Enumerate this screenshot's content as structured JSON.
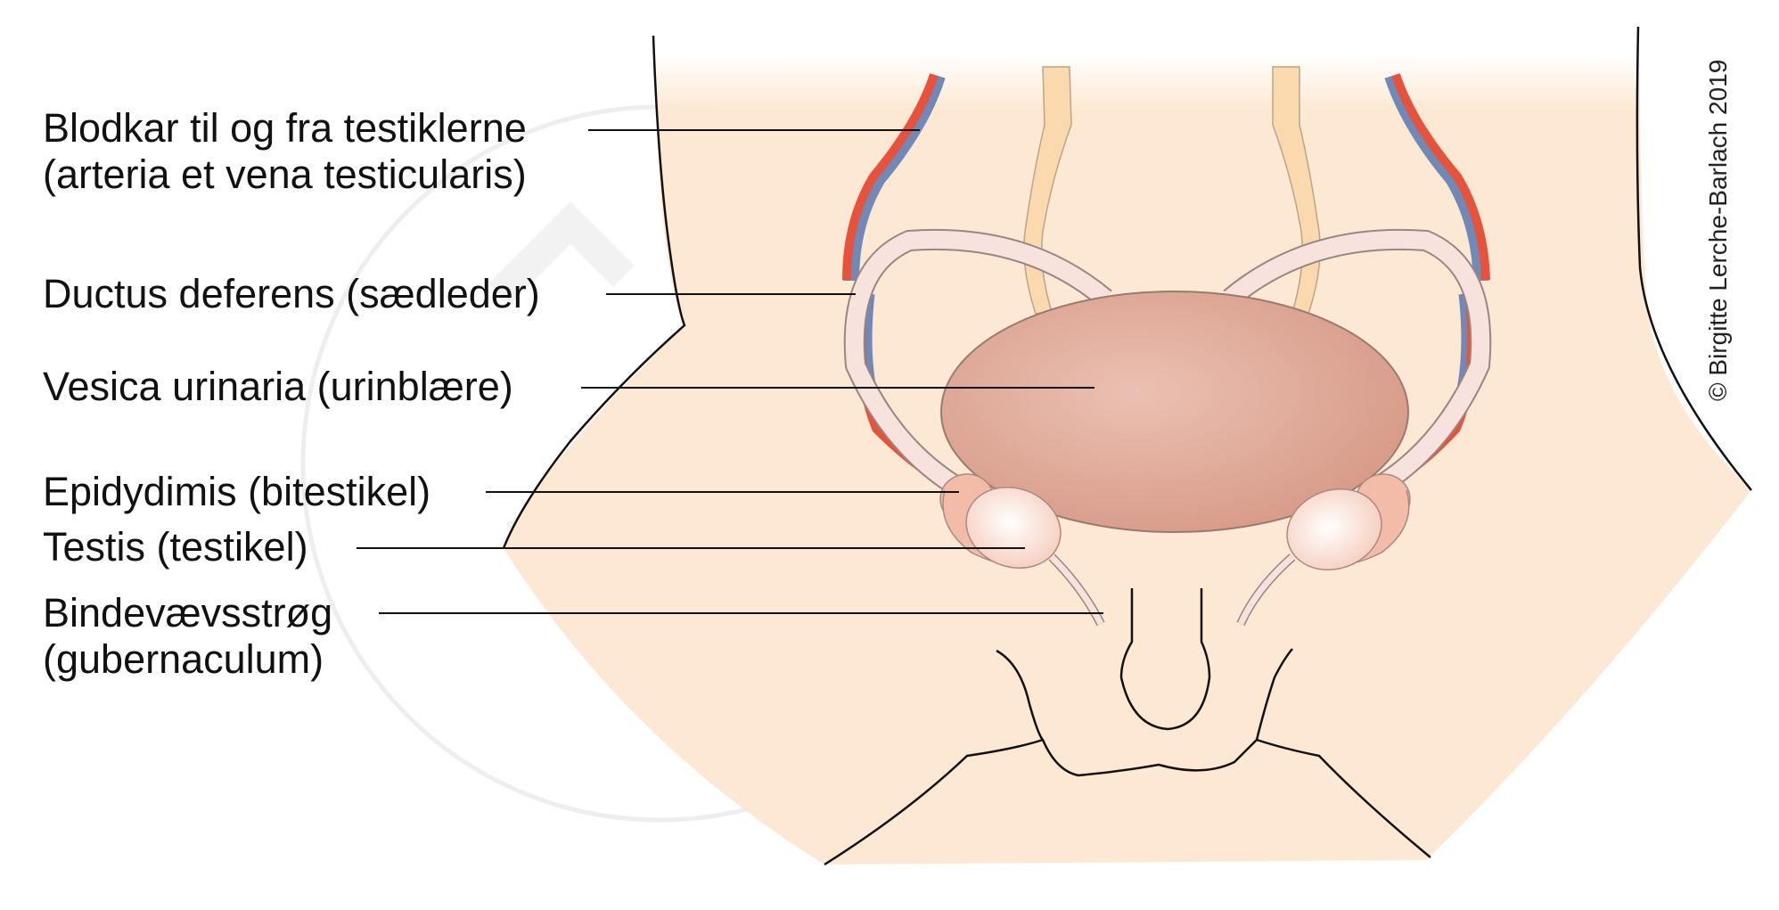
{
  "labels": {
    "blood_vessels_line1": "Blodkar til og fra testiklerne",
    "blood_vessels_line2": "(arteria et vena testicularis)",
    "ductus_deferens": "Ductus deferens (sædleder)",
    "vesica_urinaria": "Vesica urinaria (urinblære)",
    "epididymis": "Epidydimis (bitestikel)",
    "testis": "Testis (testikel)",
    "gubernaculum_line1": "Bindevævsstrøg",
    "gubernaculum_line2": "(gubernaculum)"
  },
  "copyright": "© Birgitte Lerche-Barlach 2019",
  "colors": {
    "skin": "#fde9d3",
    "bladder": "#d99c8a",
    "artery": "#e5533d",
    "vein": "#7289b8",
    "duct": "#f8e2de",
    "ureter": "#fbd9ae",
    "testis": "#f6cdbd",
    "watermark": "#eeeeee"
  }
}
